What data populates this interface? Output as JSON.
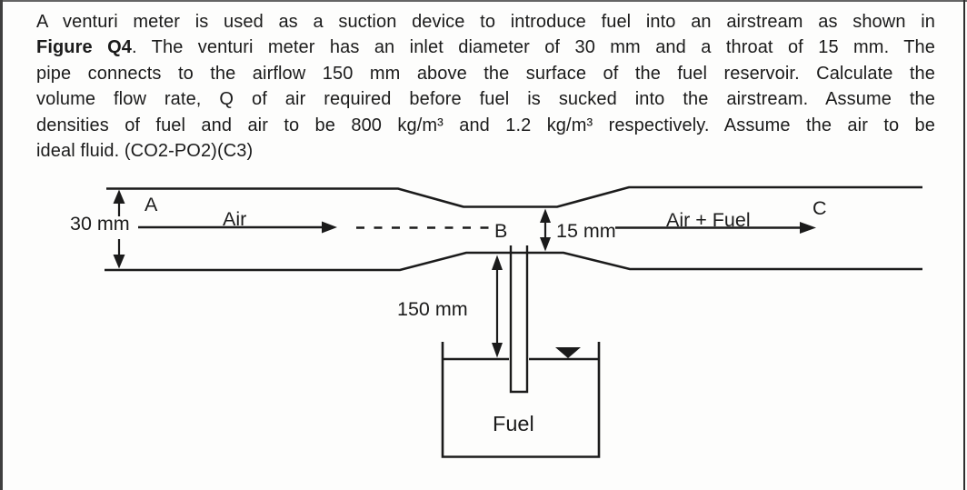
{
  "problem": {
    "line1": "A venturi meter is used as a suction device to introduce fuel into an airstream as shown in",
    "line2_bold": "Figure Q4",
    "line2_rest": ". The venturi meter has an inlet diameter of 30 mm and a throat of 15 mm. The",
    "line3": "pipe connects to the airflow 150 mm above the surface of the fuel reservoir. Calculate the",
    "line4": "volume flow rate, Q of air required before fuel is sucked into the airstream. Assume the",
    "line5": "densities of fuel and air to be 800 kg/m³ and 1.2 kg/m³ respectively. Assume the air to be",
    "line6": "ideal fluid. (CO2-PO2)(C3)"
  },
  "figure": {
    "labels": {
      "inlet_diameter": "30 mm",
      "throat_diameter": "15 mm",
      "height_above_fuel": "150 mm",
      "point_a": "A",
      "point_b": "B",
      "point_c": "C",
      "inlet_flow": "Air",
      "outlet_flow": "Air + Fuel",
      "reservoir": "Fuel"
    },
    "ink_color": "#1b1b1b"
  }
}
